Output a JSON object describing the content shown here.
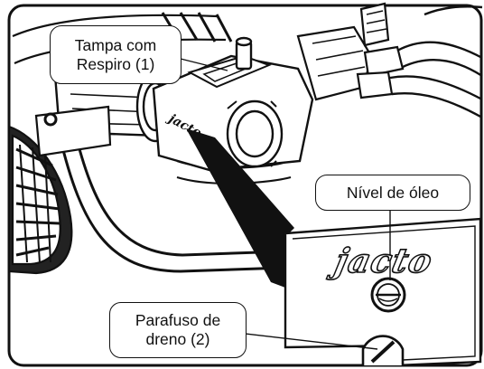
{
  "callouts": {
    "breather_cap": {
      "line1": "Tampa com",
      "line2": "Respiro (1)"
    },
    "oil_level": {
      "label": "Nível de óleo"
    },
    "drain_screw": {
      "line1": "Parafuso de",
      "line2": "dreno (2)"
    }
  },
  "panel_brand_logo": "jacto",
  "pump_body_logo": "jacto",
  "colors": {
    "ink": "#111111",
    "paper": "#ffffff"
  }
}
